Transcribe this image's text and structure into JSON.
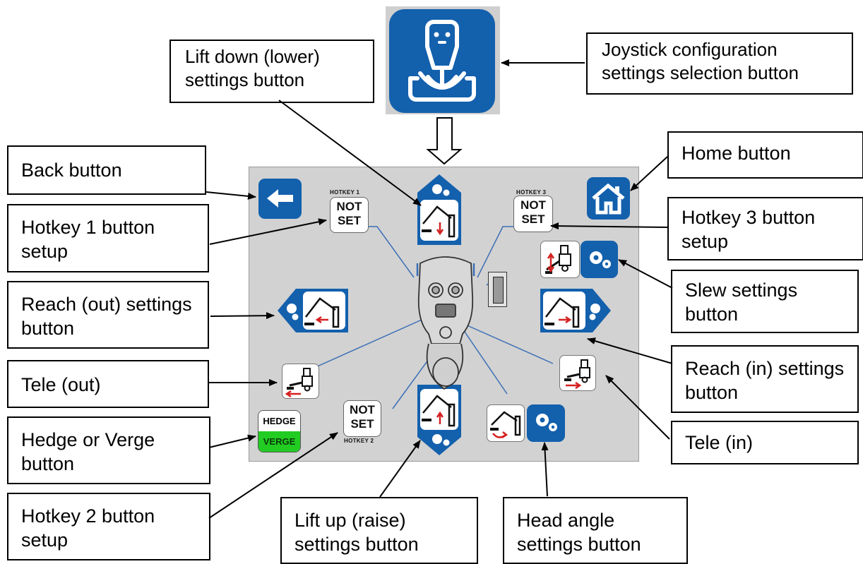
{
  "callouts": {
    "lift_down": "Lift down (lower) settings button",
    "joystick": "Joystick configuration settings selection button",
    "back": "Back button",
    "home": "Home button",
    "hotkey1": "Hotkey 1 button setup",
    "hotkey3": "Hotkey 3 button setup",
    "slew": "Slew settings button",
    "reach_out": "Reach (out) settings button",
    "reach_in": "Reach (in) settings button",
    "tele_out": "Tele (out)",
    "tele_in": "Tele (in)",
    "hedge_verge": "Hedge or Verge button",
    "hotkey2": "Hotkey 2 button setup",
    "lift_up": "Lift up (raise) settings button",
    "head_angle": "Head angle settings button"
  },
  "screen": {
    "hotkey1_label": "HOTKEY 1",
    "hotkey2_label": "HOTKEY 2",
    "hotkey3_label": "HOTKEY 3",
    "not": "NOT",
    "set": "SET",
    "hedge": "HEDGE",
    "verge": "VERGE"
  },
  "colors": {
    "button_blue": "#1360ad",
    "screen_grey": "#d2d2d2",
    "verge_green": "#22cc22",
    "arrow_red": "#d62020",
    "wire_blue": "#3b6fb6"
  },
  "icons": [
    "joystick-icon",
    "back-arrow-icon",
    "home-icon",
    "gear-icon",
    "flail-arm-icon",
    "tractor-icon",
    "joystick-grip-icon",
    "rocker-switch-icon"
  ]
}
